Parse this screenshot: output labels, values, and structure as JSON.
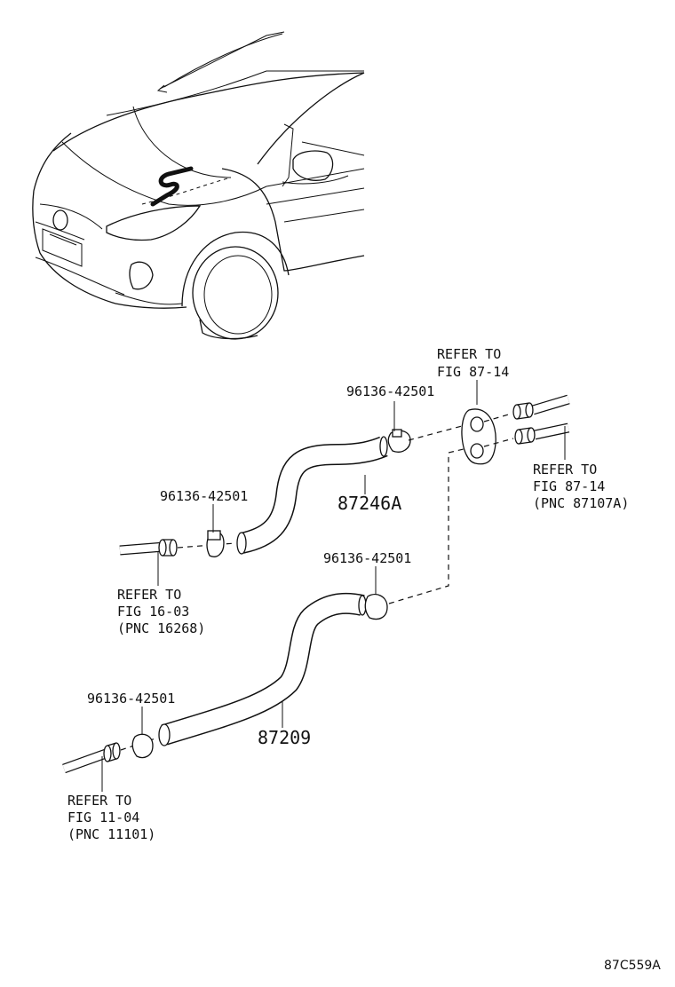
{
  "figure_code": "87C559A",
  "labels": {
    "refer_top_l1": "REFER TO",
    "refer_top_l2": "FIG 87-14",
    "refer_right_l1": "REFER TO",
    "refer_right_l2": "FIG 87-14",
    "refer_right_l3": "(PNC 87107A)",
    "refer_mid_l1": "REFER TO",
    "refer_mid_l2": "FIG 16-03",
    "refer_mid_l3": "(PNC 16268)",
    "refer_bot_l1": "REFER TO",
    "refer_bot_l2": "FIG 11-04",
    "refer_bot_l3": "(PNC 11101)",
    "clamp_top": "96136-42501",
    "clamp_mid_left": "96136-42501",
    "clamp_mid_right": "96136-42501",
    "clamp_bottom": "96136-42501",
    "hose_upper": "87246A",
    "hose_lower": "87209"
  },
  "icons": [
    "car-front-view",
    "heater-hose-upper",
    "heater-hose-lower",
    "hose-clamp",
    "grommet"
  ]
}
